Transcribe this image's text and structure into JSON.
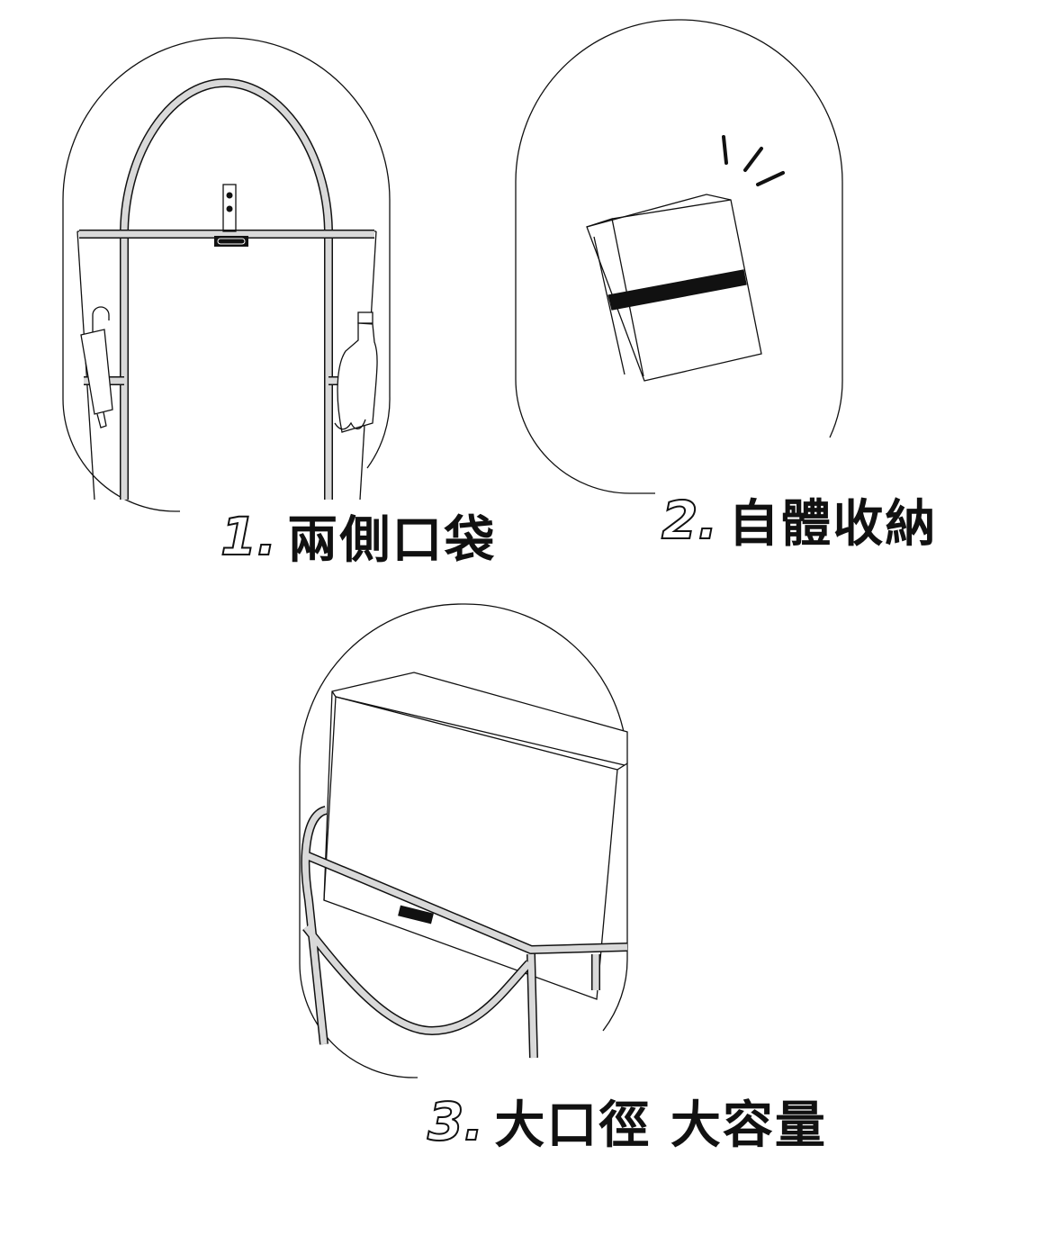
{
  "features": [
    {
      "number": "1.",
      "label": "兩側口袋"
    },
    {
      "number": "2.",
      "label": "自體收納"
    },
    {
      "number": "3.",
      "label": "大口徑 大容量"
    }
  ],
  "colors": {
    "line": "#111111",
    "strap": "#d9d9d9",
    "background": "#ffffff"
  }
}
